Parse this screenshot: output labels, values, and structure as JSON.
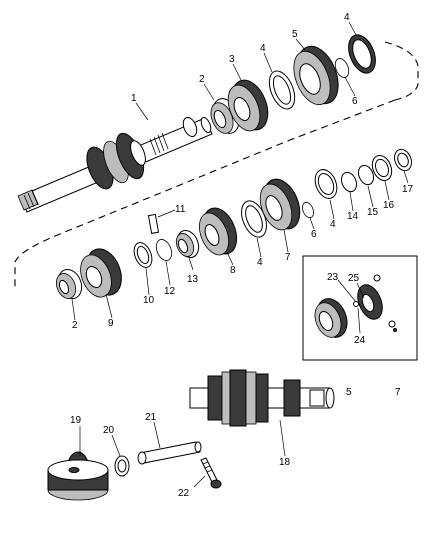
{
  "callouts": [
    {
      "id": "c1",
      "text": "1"
    },
    {
      "id": "c2a",
      "text": "2"
    },
    {
      "id": "c3",
      "text": "3"
    },
    {
      "id": "c4a",
      "text": "4"
    },
    {
      "id": "c5a",
      "text": "5"
    },
    {
      "id": "c4b",
      "text": "4"
    },
    {
      "id": "c6a",
      "text": "6"
    },
    {
      "id": "c17",
      "text": "17"
    },
    {
      "id": "c16",
      "text": "16"
    },
    {
      "id": "c15",
      "text": "15"
    },
    {
      "id": "c14",
      "text": "14"
    },
    {
      "id": "c4c",
      "text": "4"
    },
    {
      "id": "c6b",
      "text": "6"
    },
    {
      "id": "c7a",
      "text": "7"
    },
    {
      "id": "c4d",
      "text": "4"
    },
    {
      "id": "c8",
      "text": "8"
    },
    {
      "id": "c11",
      "text": "11"
    },
    {
      "id": "c13",
      "text": "13"
    },
    {
      "id": "c12",
      "text": "12"
    },
    {
      "id": "c10",
      "text": "10"
    },
    {
      "id": "c9",
      "text": "9"
    },
    {
      "id": "c2b",
      "text": "2"
    },
    {
      "id": "c23",
      "text": "23"
    },
    {
      "id": "c25",
      "text": "25"
    },
    {
      "id": "c24",
      "text": "24"
    },
    {
      "id": "c5b",
      "text": "5"
    },
    {
      "id": "c7b",
      "text": "7"
    },
    {
      "id": "c19",
      "text": "19"
    },
    {
      "id": "c20",
      "text": "20"
    },
    {
      "id": "c21",
      "text": "21"
    },
    {
      "id": "c22",
      "text": "22"
    },
    {
      "id": "c18",
      "text": "18"
    }
  ]
}
